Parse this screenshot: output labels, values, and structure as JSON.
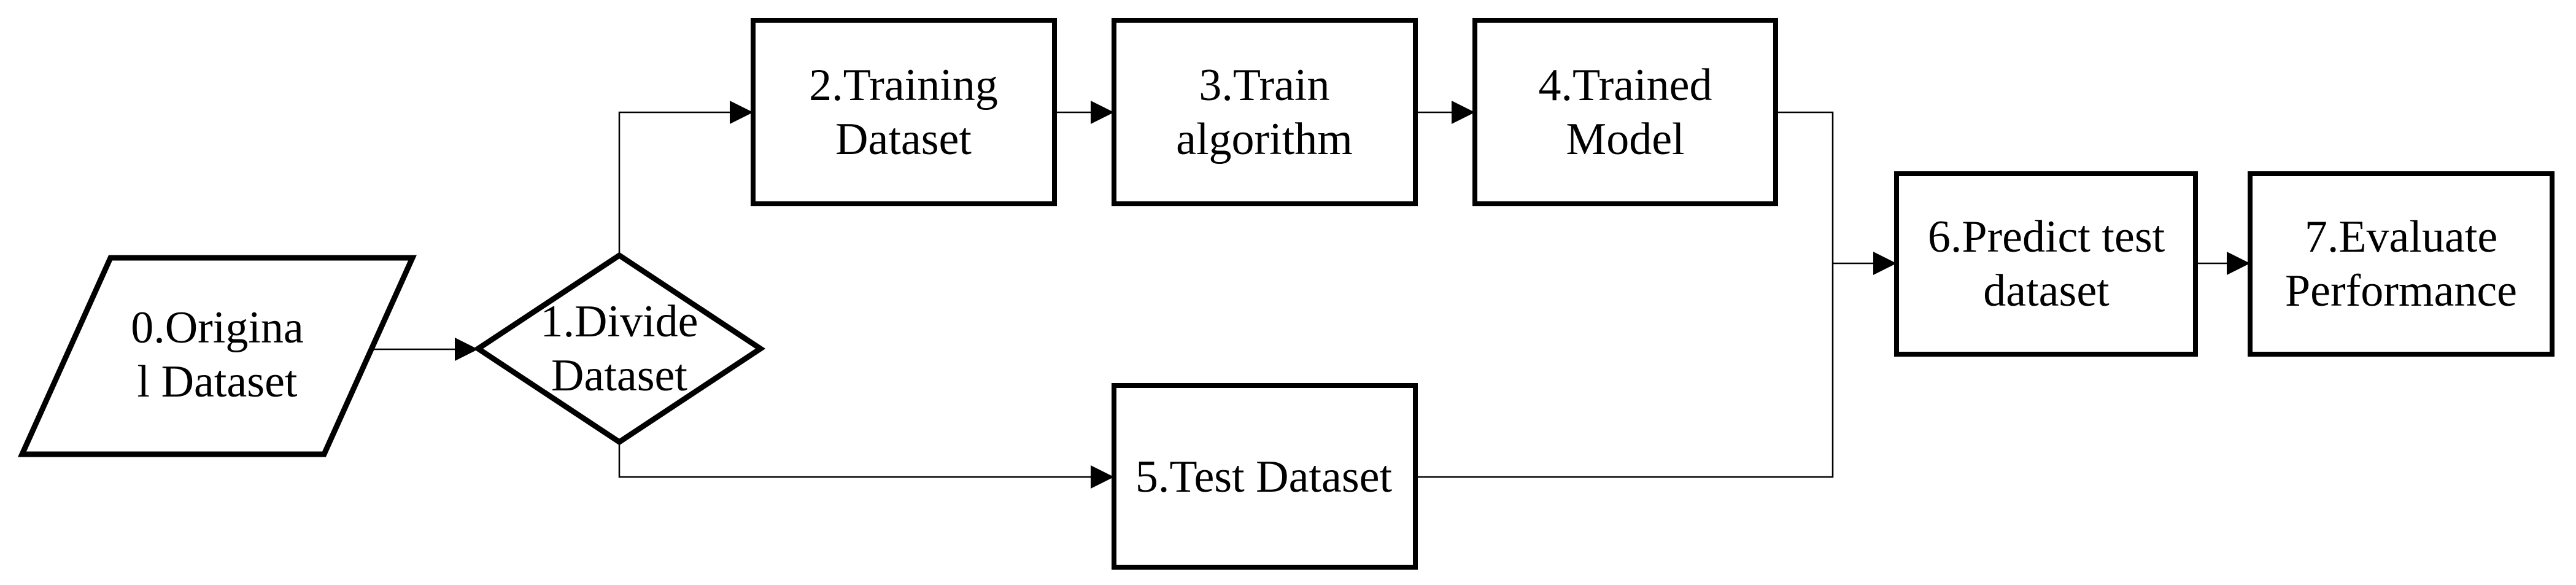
{
  "diagram": {
    "background_color": "#ffffff",
    "line_color": "#000000",
    "text_color": "#000000",
    "nodes": [
      {
        "id": "original-dataset",
        "shape": "parallelogram",
        "text": "0.Origina l Dataset",
        "lines": [
          "0.Origina",
          "l Dataset"
        ]
      },
      {
        "id": "divide-dataset",
        "shape": "diamond",
        "text": "1.Divide Dataset",
        "lines": [
          "1.Divide",
          "Dataset"
        ]
      },
      {
        "id": "training-dataset",
        "shape": "process-box",
        "text": "2.Training Dataset",
        "lines": [
          "2.Training",
          "Dataset"
        ]
      },
      {
        "id": "train-algorithm",
        "shape": "process-box",
        "text": "3.Train algorithm",
        "lines": [
          "3.Train",
          "algorithm"
        ]
      },
      {
        "id": "trained-model",
        "shape": "process-box",
        "text": "4.Trained Model",
        "lines": [
          "4.Trained",
          "Model"
        ]
      },
      {
        "id": "test-dataset",
        "shape": "process-box",
        "text": "5.Test Dataset",
        "lines": [
          "5.Test Dataset"
        ]
      },
      {
        "id": "predict-test-dataset",
        "shape": "process-box",
        "text": "6.Predict test dataset",
        "lines": [
          "6.Predict test",
          "dataset"
        ]
      },
      {
        "id": "evaluate-performance",
        "shape": "process-box",
        "text": "7.Evaluate Performance",
        "lines": [
          "7.Evaluate",
          "Performance"
        ]
      }
    ],
    "edges": [
      {
        "from": "original-dataset",
        "to": "divide-dataset",
        "arrow": true
      },
      {
        "from": "divide-dataset",
        "to": "training-dataset",
        "arrow": true
      },
      {
        "from": "divide-dataset",
        "to": "test-dataset",
        "arrow": true
      },
      {
        "from": "training-dataset",
        "to": "train-algorithm",
        "arrow": true
      },
      {
        "from": "train-algorithm",
        "to": "trained-model",
        "arrow": true
      },
      {
        "from": "trained-model",
        "to": "predict-test-dataset",
        "arrow": true
      },
      {
        "from": "test-dataset",
        "to": "predict-test-dataset",
        "arrow": true
      },
      {
        "from": "predict-test-dataset",
        "to": "evaluate-performance",
        "arrow": true
      }
    ]
  }
}
